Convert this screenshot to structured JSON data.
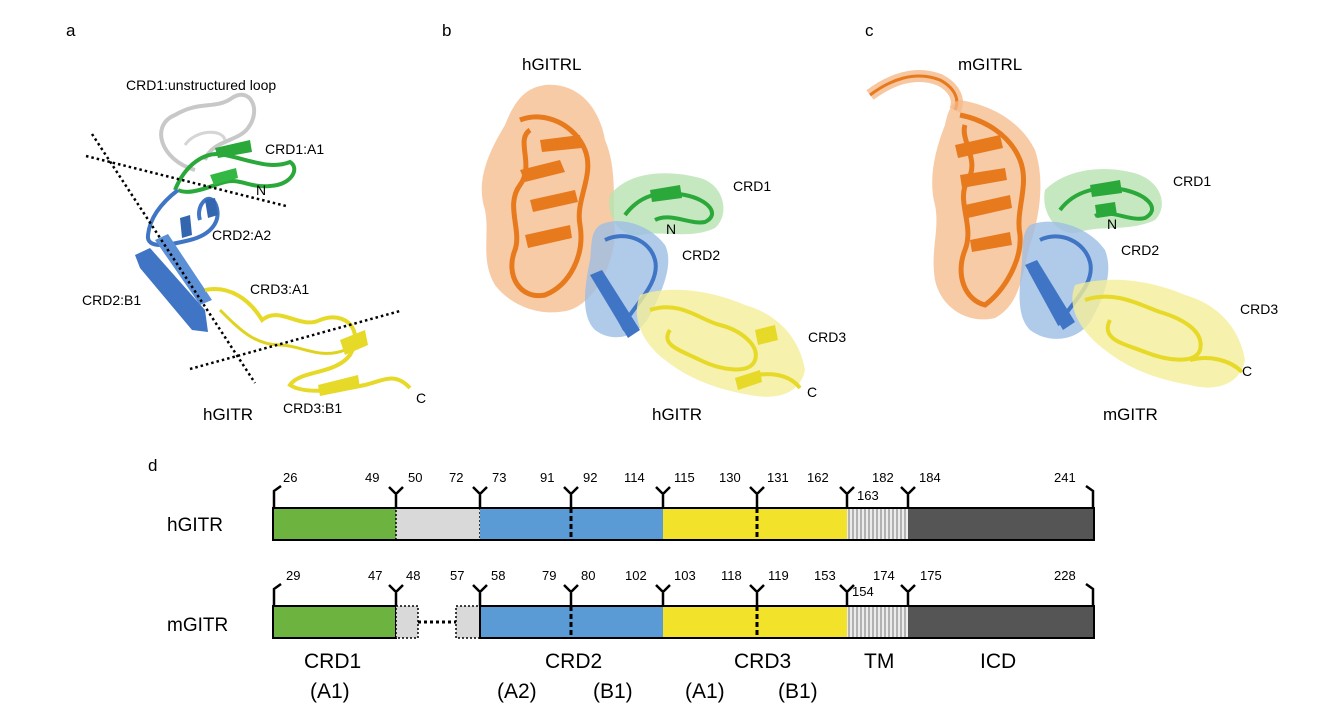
{
  "panels": {
    "a": {
      "letter": "a",
      "labels": {
        "loop": "CRD1:unstructured loop",
        "crd1_a1": "CRD1:A1",
        "n_term": "N",
        "crd2_a2": "CRD2:A2",
        "crd2_b1": "CRD2:B1",
        "crd3_a1": "CRD3:A1",
        "crd3_b1": "CRD3:B1",
        "c_term": "C",
        "protein": "hGITR"
      }
    },
    "b": {
      "letter": "b",
      "labels": {
        "ligand": "hGITRL",
        "crd1": "CRD1",
        "n_term": "N",
        "crd2": "CRD2",
        "crd3": "CRD3",
        "c_term": "C",
        "receptor": "hGITR"
      }
    },
    "c": {
      "letter": "c",
      "labels": {
        "ligand": "mGITRL",
        "crd1": "CRD1",
        "n_term": "N",
        "crd2": "CRD2",
        "crd3": "CRD3",
        "c_term": "C",
        "receptor": "mGITR"
      }
    },
    "d": {
      "letter": "d",
      "rows": [
        {
          "name": "hGITR",
          "numbers": [
            "26",
            "49",
            "50",
            "72",
            "73",
            "91",
            "92",
            "114",
            "115",
            "130",
            "131",
            "162",
            "163",
            "182",
            "184",
            "241"
          ]
        },
        {
          "name": "mGITR",
          "numbers": [
            "29",
            "47",
            "48",
            "57",
            "58",
            "79",
            "80",
            "102",
            "103",
            "118",
            "119",
            "153",
            "154",
            "174",
            "175",
            "228"
          ]
        }
      ],
      "domains": {
        "crd1": "CRD1",
        "crd1_sub": "(A1)",
        "crd2": "CRD2",
        "crd2_sub_a": "(A2)",
        "crd2_sub_b": "(B1)",
        "crd3": "CRD3",
        "crd3_sub_a": "(A1)",
        "crd3_sub_b": "(B1)",
        "tm": "TM",
        "icd": "ICD"
      },
      "colors": {
        "crd1": "#6db33f",
        "loop": "#d9d9d9",
        "crd2": "#5b9bd5",
        "crd3": "#f2e22a",
        "tm": "#e8e8e8",
        "icd": "#555555"
      }
    }
  },
  "structure_colors": {
    "crd1": "#2aa83a",
    "crd2": "#3f75c4",
    "crd3": "#e6d928",
    "ligand": "#e87a1e",
    "loop": "#c8c8c8"
  }
}
